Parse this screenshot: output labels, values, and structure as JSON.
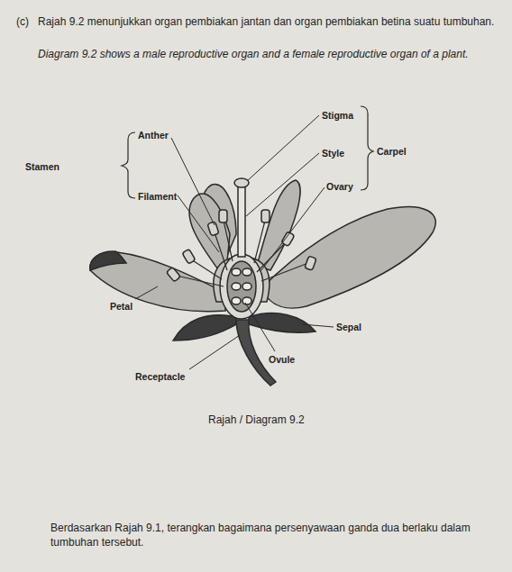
{
  "diagram": {
    "caption": "Rajah / Diagram 9.2",
    "labels": [
      "(c)",
      "Rajah 9.2 menunjukkan organ pembiakan jantan dan organ pembiakan betina suatu tumbuhan.",
      "Diagram 9.2 shows a male reproductive organ and a female reproductive organ of a plant.",
      "Stigma",
      "Anther",
      "Style",
      "Carpel",
      "Stamen",
      "Filament",
      "Ovary",
      "Petal",
      "Sepal",
      "Ovule",
      "Receptacle",
      "Berdasarkan Rajah 9.1, terangkan bagaimana persenyawaan ganda dua berlaku dalam tumbuhan tersebut."
    ]
  }
}
